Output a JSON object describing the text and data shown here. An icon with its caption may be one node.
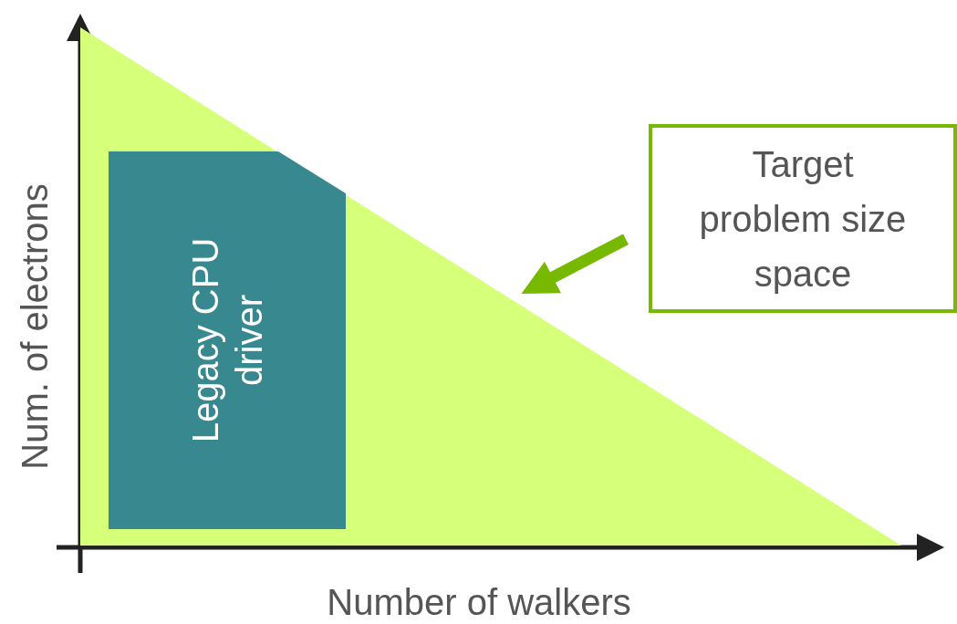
{
  "diagram": {
    "nodes": [
      {
        "text": [],
        "shape": "triangle"
      },
      {
        "text": [
          "Legacy CPU driver"
        ],
        "in": 0
      },
      {
        "text": [
          "Target problem size space"
        ]
      }
    ],
    "edges": [
      {
        "from": 2,
        "to": 0,
        "arrow": "to",
        "color": "#77b800"
      }
    ],
    "labels": [
      "Num. of electrons",
      "Number of walkers"
    ]
  }
}
